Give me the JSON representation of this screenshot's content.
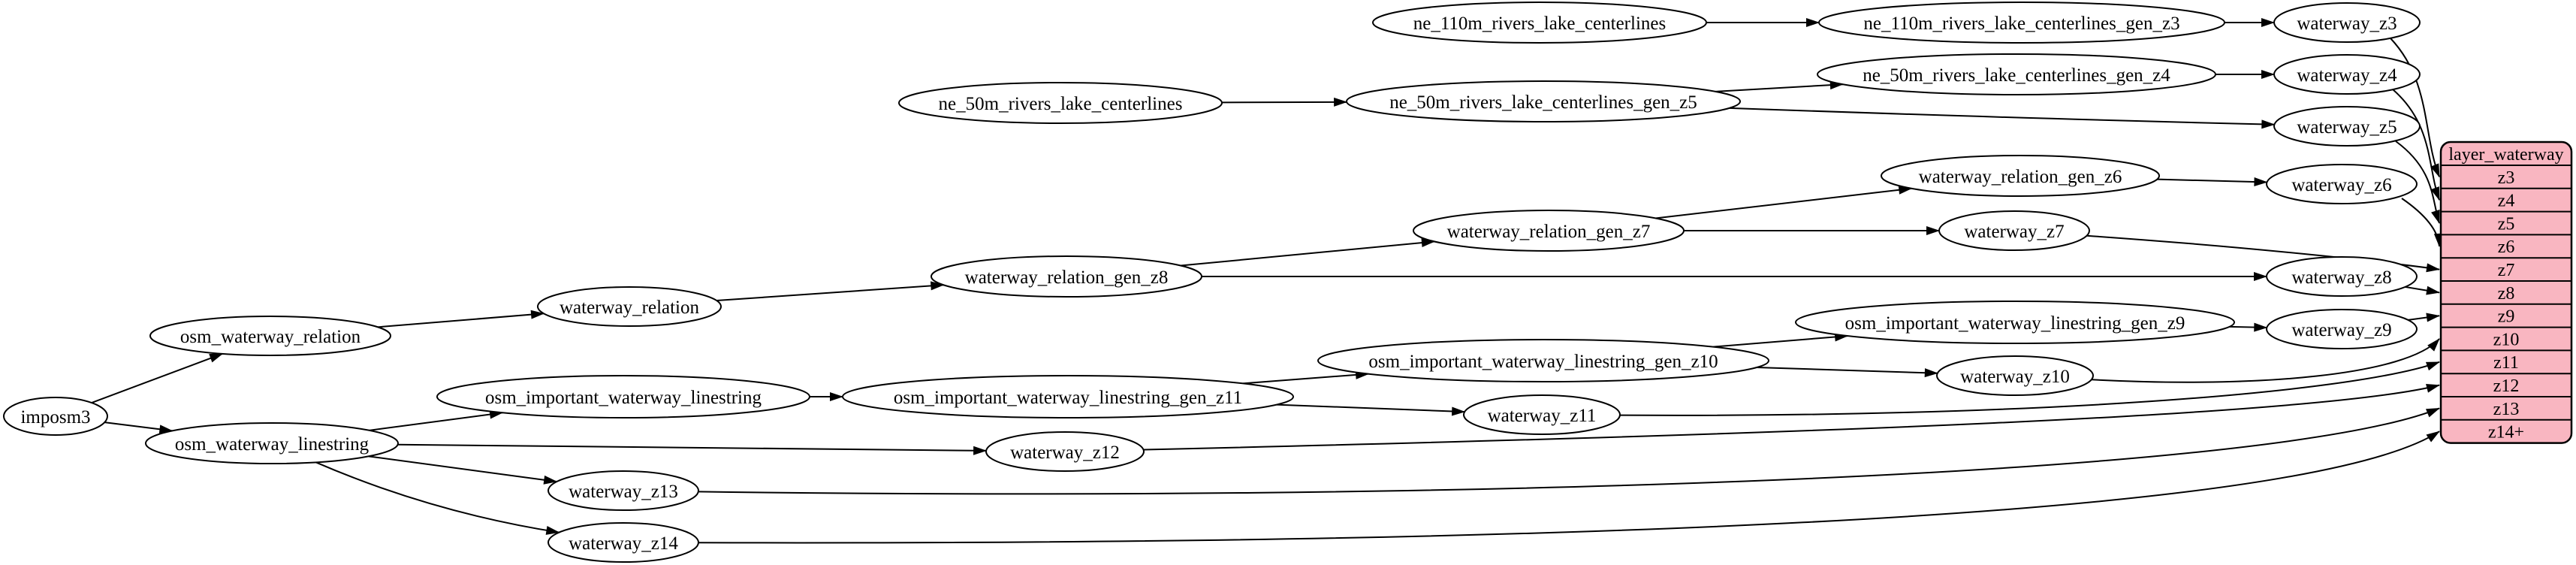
{
  "graph": {
    "background_color": "#ffffff",
    "colors": {
      "node_fill": "#ffffff",
      "node_stroke": "#000000",
      "edge_stroke": "#000000",
      "table_fill": "#F9B6C1",
      "table_stroke": "#000000",
      "text": "#000000"
    },
    "nodes": [
      {
        "id": "imposm3",
        "label": "imposm3"
      },
      {
        "id": "osm_waterway_relation",
        "label": "osm_waterway_relation"
      },
      {
        "id": "osm_waterway_linestring",
        "label": "osm_waterway_linestring"
      },
      {
        "id": "waterway_relation",
        "label": "waterway_relation"
      },
      {
        "id": "waterway_relation_gen_z8",
        "label": "waterway_relation_gen_z8"
      },
      {
        "id": "waterway_relation_gen_z7",
        "label": "waterway_relation_gen_z7"
      },
      {
        "id": "waterway_relation_gen_z6",
        "label": "waterway_relation_gen_z6"
      },
      {
        "id": "ne_110m_rivers_lake_centerlines",
        "label": "ne_110m_rivers_lake_centerlines"
      },
      {
        "id": "ne_110m_rivers_lake_centerlines_gen_z3",
        "label": "ne_110m_rivers_lake_centerlines_gen_z3"
      },
      {
        "id": "ne_50m_rivers_lake_centerlines",
        "label": "ne_50m_rivers_lake_centerlines"
      },
      {
        "id": "ne_50m_rivers_lake_centerlines_gen_z5",
        "label": "ne_50m_rivers_lake_centerlines_gen_z5"
      },
      {
        "id": "ne_50m_rivers_lake_centerlines_gen_z4",
        "label": "ne_50m_rivers_lake_centerlines_gen_z4"
      },
      {
        "id": "osm_important_waterway_linestring",
        "label": "osm_important_waterway_linestring"
      },
      {
        "id": "osm_important_waterway_linestring_gen_z11",
        "label": "osm_important_waterway_linestring_gen_z11"
      },
      {
        "id": "osm_important_waterway_linestring_gen_z10",
        "label": "osm_important_waterway_linestring_gen_z10"
      },
      {
        "id": "osm_important_waterway_linestring_gen_z9",
        "label": "osm_important_waterway_linestring_gen_z9"
      },
      {
        "id": "waterway_z3",
        "label": "waterway_z3"
      },
      {
        "id": "waterway_z4",
        "label": "waterway_z4"
      },
      {
        "id": "waterway_z5",
        "label": "waterway_z5"
      },
      {
        "id": "waterway_z6",
        "label": "waterway_z6"
      },
      {
        "id": "waterway_z7",
        "label": "waterway_z7"
      },
      {
        "id": "waterway_z8",
        "label": "waterway_z8"
      },
      {
        "id": "waterway_z9",
        "label": "waterway_z9"
      },
      {
        "id": "waterway_z10",
        "label": "waterway_z10"
      },
      {
        "id": "waterway_z11",
        "label": "waterway_z11"
      },
      {
        "id": "waterway_z12",
        "label": "waterway_z12"
      },
      {
        "id": "waterway_z13",
        "label": "waterway_z13"
      },
      {
        "id": "waterway_z14",
        "label": "waterway_z14"
      }
    ],
    "edges": [
      {
        "from": "imposm3",
        "to": "osm_waterway_relation"
      },
      {
        "from": "imposm3",
        "to": "osm_waterway_linestring"
      },
      {
        "from": "osm_waterway_relation",
        "to": "waterway_relation"
      },
      {
        "from": "waterway_relation",
        "to": "waterway_relation_gen_z8"
      },
      {
        "from": "waterway_relation_gen_z8",
        "to": "waterway_relation_gen_z7"
      },
      {
        "from": "waterway_relation_gen_z8",
        "to": "waterway_z8"
      },
      {
        "from": "waterway_relation_gen_z7",
        "to": "waterway_relation_gen_z6"
      },
      {
        "from": "waterway_relation_gen_z7",
        "to": "waterway_z7"
      },
      {
        "from": "waterway_relation_gen_z6",
        "to": "waterway_z6"
      },
      {
        "from": "ne_110m_rivers_lake_centerlines",
        "to": "ne_110m_rivers_lake_centerlines_gen_z3"
      },
      {
        "from": "ne_110m_rivers_lake_centerlines_gen_z3",
        "to": "waterway_z3"
      },
      {
        "from": "ne_50m_rivers_lake_centerlines",
        "to": "ne_50m_rivers_lake_centerlines_gen_z5"
      },
      {
        "from": "ne_50m_rivers_lake_centerlines_gen_z5",
        "to": "ne_50m_rivers_lake_centerlines_gen_z4"
      },
      {
        "from": "ne_50m_rivers_lake_centerlines_gen_z5",
        "to": "waterway_z5"
      },
      {
        "from": "ne_50m_rivers_lake_centerlines_gen_z4",
        "to": "waterway_z4"
      },
      {
        "from": "osm_waterway_linestring",
        "to": "osm_important_waterway_linestring"
      },
      {
        "from": "osm_waterway_linestring",
        "to": "waterway_z12"
      },
      {
        "from": "osm_waterway_linestring",
        "to": "waterway_z13"
      },
      {
        "from": "osm_waterway_linestring",
        "to": "waterway_z14"
      },
      {
        "from": "osm_important_waterway_linestring",
        "to": "osm_important_waterway_linestring_gen_z11"
      },
      {
        "from": "osm_important_waterway_linestring_gen_z11",
        "to": "osm_important_waterway_linestring_gen_z10"
      },
      {
        "from": "osm_important_waterway_linestring_gen_z11",
        "to": "waterway_z11"
      },
      {
        "from": "osm_important_waterway_linestring_gen_z10",
        "to": "osm_important_waterway_linestring_gen_z9"
      },
      {
        "from": "osm_important_waterway_linestring_gen_z10",
        "to": "waterway_z10"
      },
      {
        "from": "osm_important_waterway_linestring_gen_z9",
        "to": "waterway_z9"
      },
      {
        "from": "waterway_z3",
        "to": "row:z3"
      },
      {
        "from": "waterway_z4",
        "to": "row:z4"
      },
      {
        "from": "waterway_z5",
        "to": "row:z5"
      },
      {
        "from": "waterway_z6",
        "to": "row:z6"
      },
      {
        "from": "waterway_z7",
        "to": "row:z7"
      },
      {
        "from": "waterway_z8",
        "to": "row:z8"
      },
      {
        "from": "waterway_z9",
        "to": "row:z9"
      },
      {
        "from": "waterway_z10",
        "to": "row:z10"
      },
      {
        "from": "waterway_z11",
        "to": "row:z11"
      },
      {
        "from": "waterway_z12",
        "to": "row:z12"
      },
      {
        "from": "waterway_z13",
        "to": "row:z13"
      },
      {
        "from": "waterway_z14",
        "to": "row:z14+"
      }
    ],
    "table": {
      "title": "layer_waterway",
      "rows": [
        "z3",
        "z4",
        "z5",
        "z6",
        "z7",
        "z8",
        "z9",
        "z10",
        "z11",
        "z12",
        "z13",
        "z14+"
      ]
    }
  }
}
